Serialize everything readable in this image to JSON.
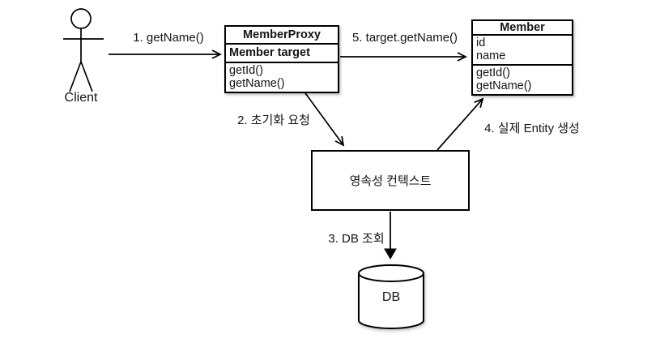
{
  "diagram": {
    "colors": {
      "background": "#ffffff",
      "stroke": "#000000",
      "text": "#141414"
    },
    "actor": {
      "label": "Client"
    },
    "classes": {
      "member_proxy": {
        "title": "MemberProxy",
        "attributes": [
          "Member target"
        ],
        "methods": [
          "getId()",
          "getName()"
        ]
      },
      "member": {
        "title": "Member",
        "attributes": [
          "id",
          "name"
        ],
        "methods": [
          "getId()",
          "getName()"
        ]
      }
    },
    "nodes": {
      "persistence_context": {
        "label": "영속성 컨텍스트"
      },
      "database": {
        "label": "DB"
      }
    },
    "edges": [
      {
        "id": "1",
        "label": "1. getName()",
        "from": "Client",
        "to": "MemberProxy",
        "head": "open"
      },
      {
        "id": "2",
        "label": "2. 초기화 요청",
        "from": "MemberProxy",
        "to": "영속성 컨텍스트",
        "head": "open"
      },
      {
        "id": "3",
        "label": "3. DB 조회",
        "from": "영속성 컨텍스트",
        "to": "DB",
        "head": "solid"
      },
      {
        "id": "4",
        "label": "4. 실제 Entity 생성",
        "from": "영속성 컨텍스트",
        "to": "Member",
        "head": "open"
      },
      {
        "id": "5",
        "label": "5. target.getName()",
        "from": "MemberProxy",
        "to": "Member",
        "head": "open"
      }
    ]
  }
}
